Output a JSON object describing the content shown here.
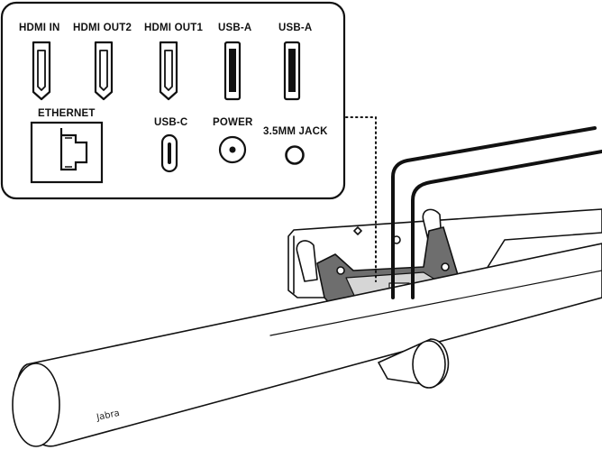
{
  "panel": {
    "top_row": [
      {
        "label": "HDMI IN",
        "icon": "hdmi-port-icon"
      },
      {
        "label": "HDMI OUT2",
        "icon": "hdmi-port-icon"
      },
      {
        "label": "HDMI OUT1",
        "icon": "hdmi-port-icon"
      },
      {
        "label": "USB-A",
        "icon": "usb-a-port-icon"
      },
      {
        "label": "USB-A",
        "icon": "usb-a-port-icon"
      }
    ],
    "bottom_row": [
      {
        "label": "ETHERNET",
        "icon": "ethernet-port-icon"
      },
      {
        "label": "USB-C",
        "icon": "usb-c-port-icon"
      },
      {
        "label": "POWER",
        "icon": "power-port-icon"
      },
      {
        "label": "3.5MM JACK",
        "icon": "audio-jack-icon"
      }
    ]
  },
  "device": {
    "brand": "Jabra"
  },
  "colors": {
    "line": "#111111",
    "bracket": "#6e6e6e",
    "background": "#ffffff"
  }
}
